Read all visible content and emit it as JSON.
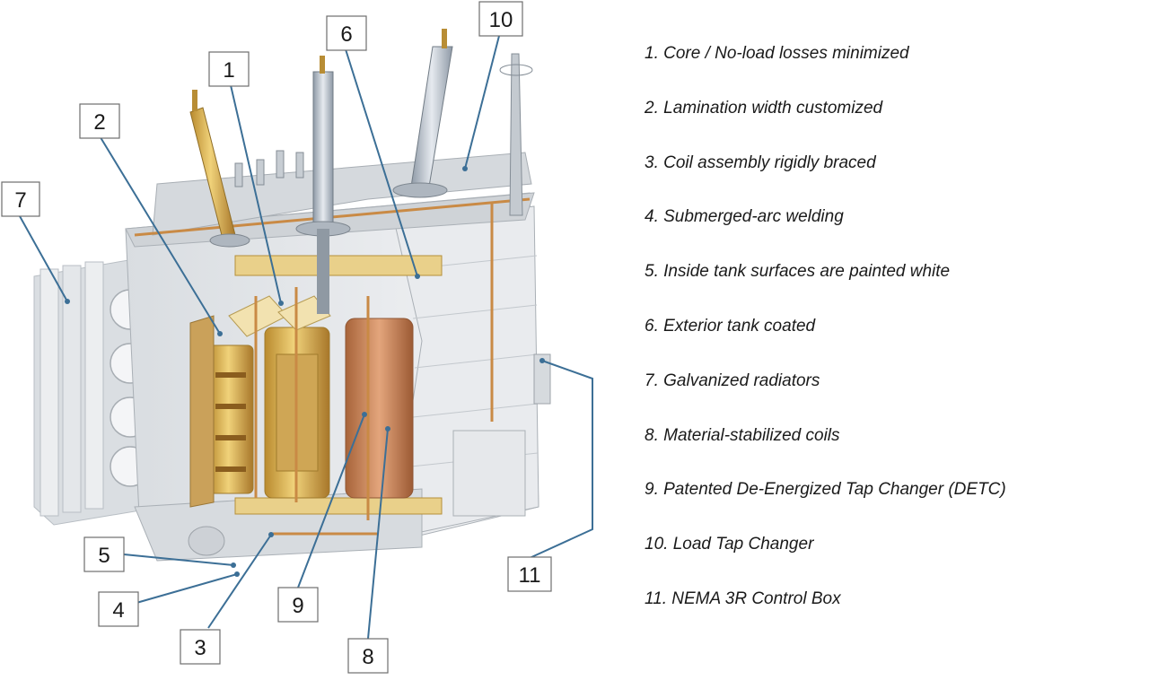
{
  "callouts": [
    {
      "label": "1"
    },
    {
      "label": "2"
    },
    {
      "label": "3"
    },
    {
      "label": "4"
    },
    {
      "label": "5"
    },
    {
      "label": "6"
    },
    {
      "label": "7"
    },
    {
      "label": "8"
    },
    {
      "label": "9"
    },
    {
      "label": "10"
    },
    {
      "label": "11"
    }
  ],
  "legend": [
    "1. Core / No-load losses minimized",
    "2. Lamination width customized",
    "3. Coil assembly rigidly braced",
    "4. Submerged-arc welding",
    "5. Inside tank surfaces are painted white",
    "6. Exterior tank coated",
    "7. Galvanized radiators",
    "8. Material-stabilized coils",
    "9. Patented De-Energized Tap Changer (DETC)",
    "10. Load Tap Changer",
    "11. NEMA 3R Control Box"
  ],
  "colors": {
    "tank": "#e3e6e9",
    "copper": "#c98a45",
    "winding": "#d9b15a",
    "leader": "#3c6f96"
  }
}
